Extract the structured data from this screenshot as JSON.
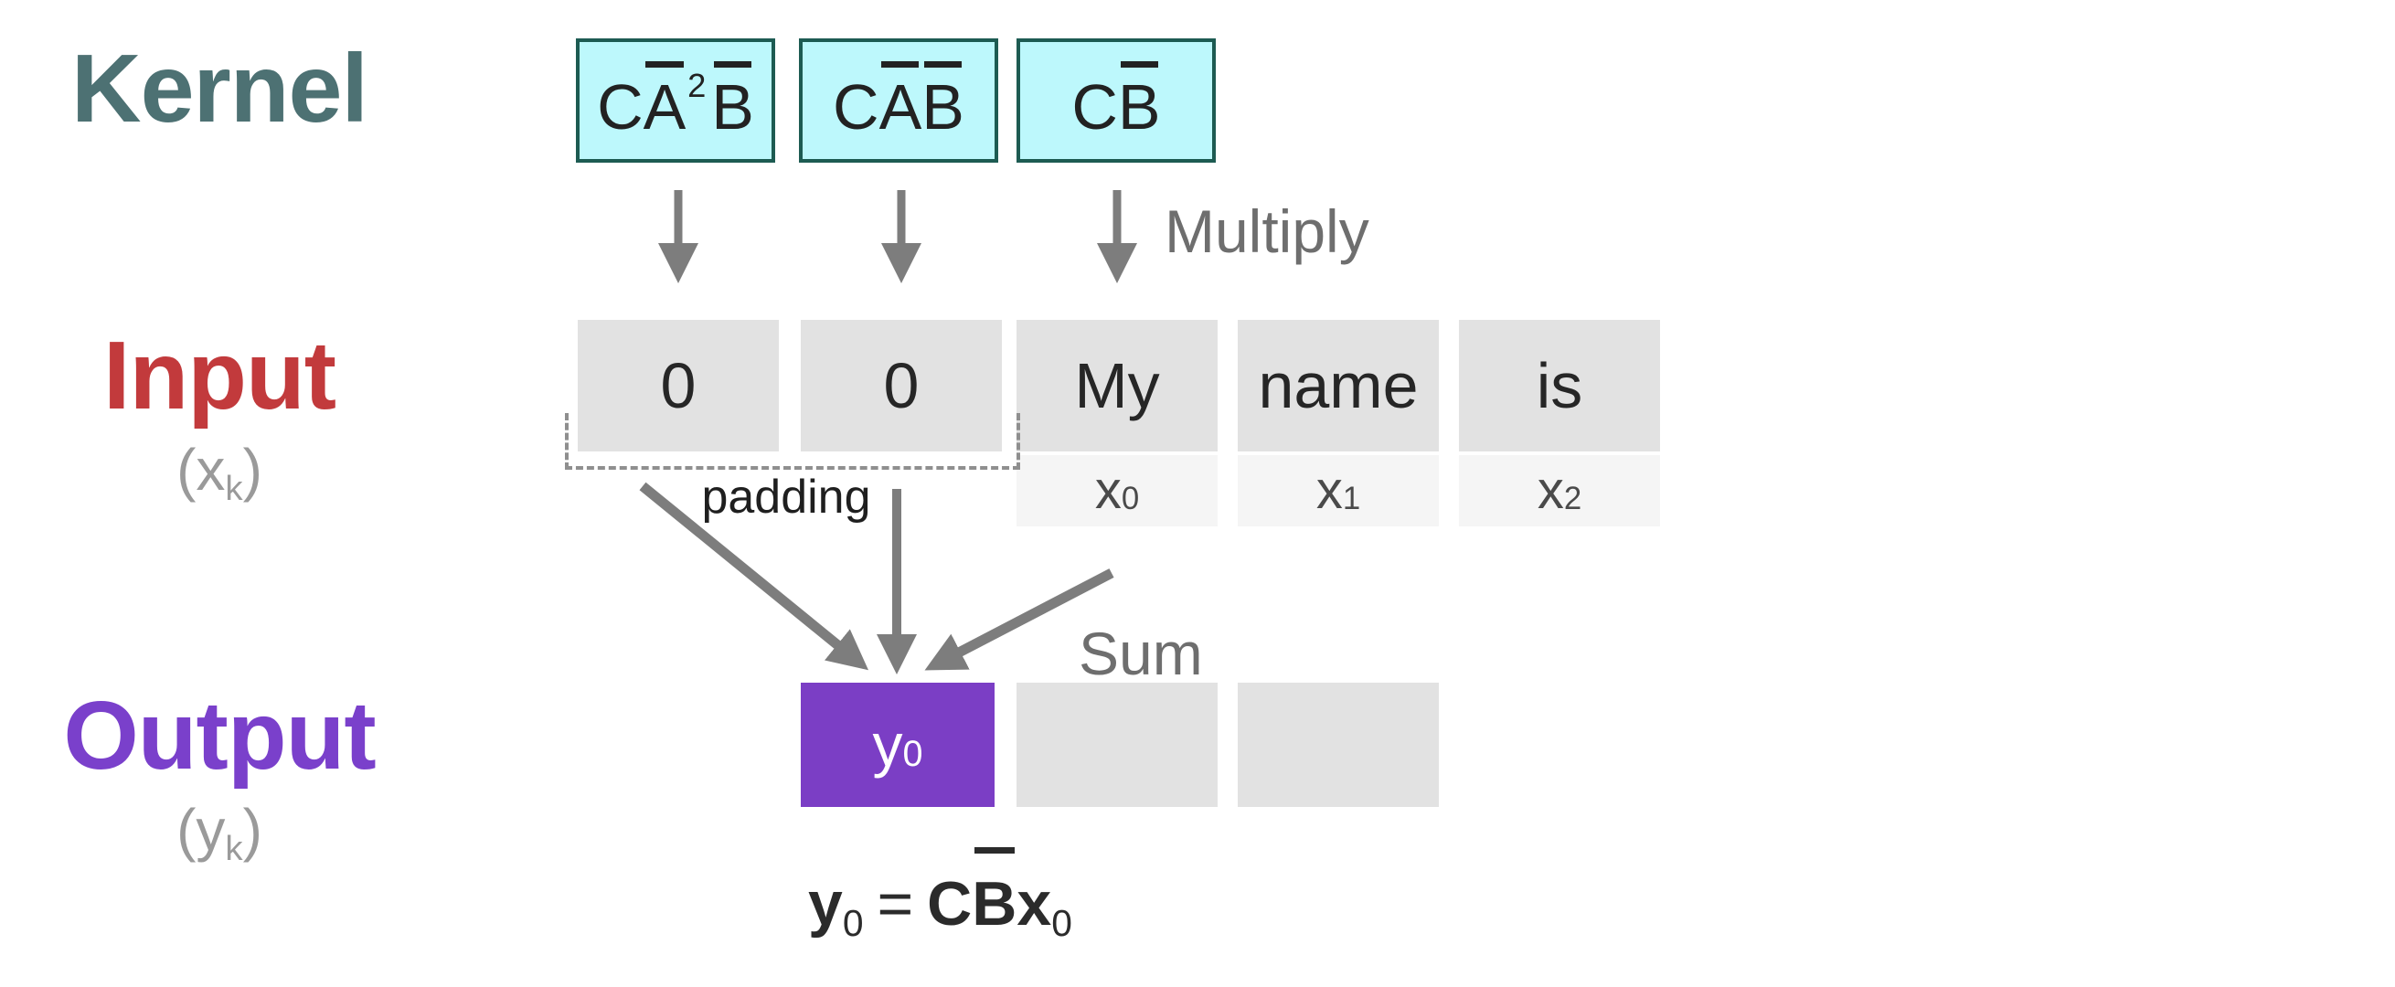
{
  "figure": {
    "kernel": {
      "label": "Kernel",
      "boxes": [
        {
          "c": "C",
          "a": "A",
          "exp": "2",
          "b": "B"
        },
        {
          "c": "C",
          "a": "A",
          "b": "B"
        },
        {
          "c": "C",
          "b": "B"
        }
      ]
    },
    "multiply_label": "Multiply",
    "sum_label": "Sum",
    "input": {
      "label": "Input",
      "subscript_label": {
        "open": "(",
        "var": "x",
        "sub": "k",
        "close": ")"
      },
      "cells": [
        "0",
        "0",
        "My",
        "name",
        "is"
      ],
      "index_labels": [
        {
          "var": "x",
          "sub": "0"
        },
        {
          "var": "x",
          "sub": "1"
        },
        {
          "var": "x",
          "sub": "2"
        }
      ],
      "padding_label": "padding"
    },
    "output": {
      "label": "Output",
      "subscript_label": {
        "open": "(",
        "var": "y",
        "sub": "k",
        "close": ")"
      },
      "cell": {
        "var": "y",
        "sub": "0"
      }
    },
    "formula": {
      "lhs": {
        "var": "y",
        "sub": "0"
      },
      "equals": "=",
      "rhs": {
        "c": "C",
        "b": "B",
        "x": "x",
        "sub": "0"
      }
    },
    "colors": {
      "kernel_label": "#4d7173",
      "kernel_box_fill": "#bdf8fc",
      "kernel_box_border": "#1d5b52",
      "input_label": "#c23a3c",
      "output_label": "#7a40cb",
      "output_cell_fill": "#7b3ec5",
      "input_cell_fill": "#e2e2e2",
      "index_cell_fill": "#f5f5f5",
      "arrow_gray": "#7d7d7d",
      "annotation_gray": "#6e6e6e"
    }
  }
}
